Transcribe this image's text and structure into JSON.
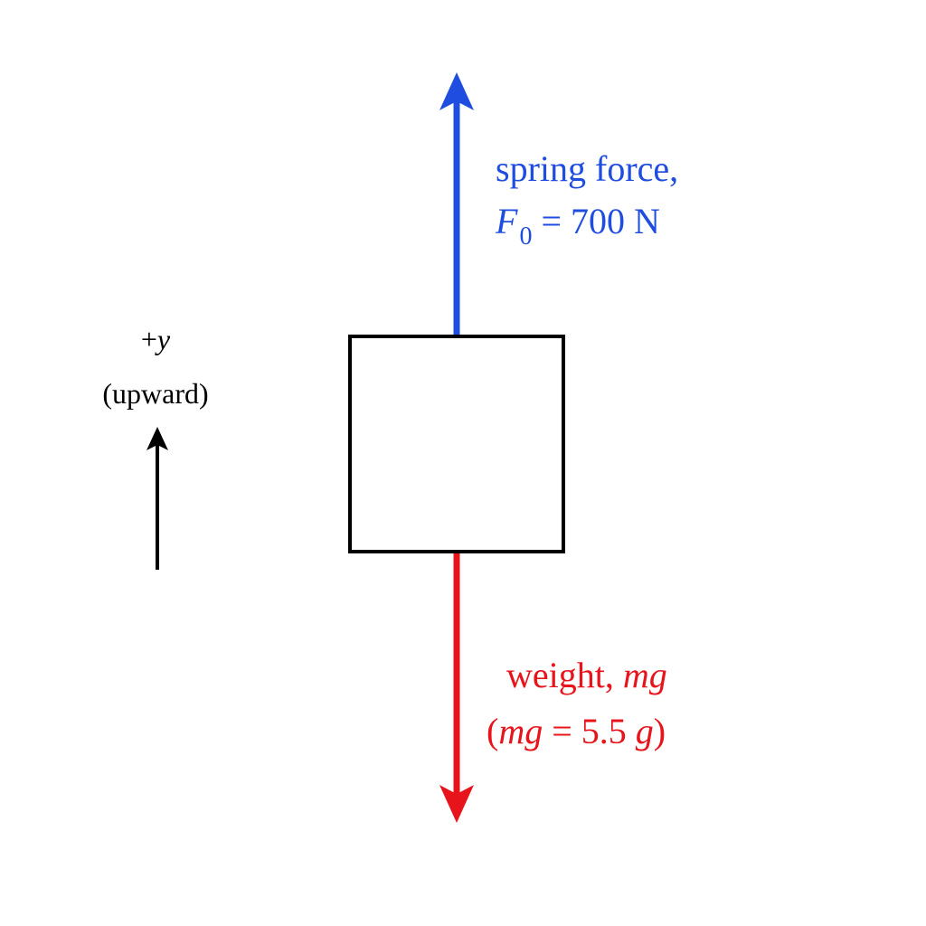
{
  "colors": {
    "spring_force": "#1f4de0",
    "weight": "#e8141c",
    "axis": "#000000",
    "block": "#000000",
    "background": "#ffffff"
  },
  "spring_force": {
    "line1": "spring force,",
    "symbol": "F",
    "subscript": "0",
    "equals": " = 700 N"
  },
  "weight": {
    "prefix": "weight, ",
    "symbol": "mg",
    "open_paren": "(",
    "eq_symbol": "mg",
    "eq_value": " = 5.5 ",
    "eq_g": "g",
    "close_paren": ")"
  },
  "axis": {
    "plus": "+",
    "variable": "y",
    "direction": "(upward)"
  }
}
